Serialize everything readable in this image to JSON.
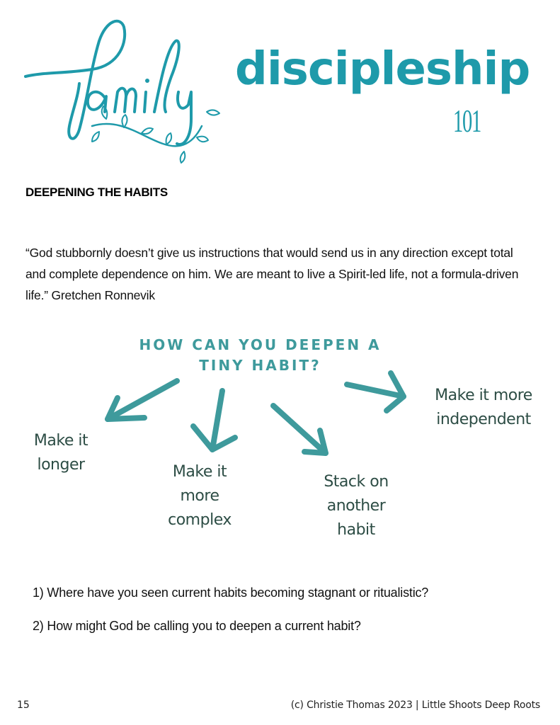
{
  "header": {
    "script_word": "family",
    "title": "discipleship",
    "subtitle": "101"
  },
  "section": {
    "heading": "DEEPENING THE HABITS"
  },
  "quote": {
    "text": "“God stubbornly doesn’t give us instructions that would send us in any direction except total and complete dependence on him. We are meant to live a Spirit-led life, not a formula-driven life.” Gretchen Ronnevik"
  },
  "diagram": {
    "heading_line1": "HOW CAN YOU DEEPEN A",
    "heading_line2": "TINY HABIT?",
    "options": [
      {
        "lines": [
          "Make it",
          "longer"
        ]
      },
      {
        "lines": [
          "Make it",
          "more",
          "complex"
        ]
      },
      {
        "lines": [
          "Stack on",
          "another",
          "habit"
        ]
      },
      {
        "lines": [
          "Make it more",
          "independent"
        ]
      }
    ]
  },
  "questions": [
    "1) Where have you seen current habits becoming stagnant or ritualistic?",
    "2) How might God be calling you to deepen a current habit?"
  ],
  "footer": {
    "page_number": "15",
    "copyright": "(c) Christie Thomas 2023 | Little Shoots Deep Roots"
  },
  "colors": {
    "title_teal": "#1E9AAA",
    "diagram_teal": "#3E9A9C",
    "option_text": "#2D4D45"
  }
}
